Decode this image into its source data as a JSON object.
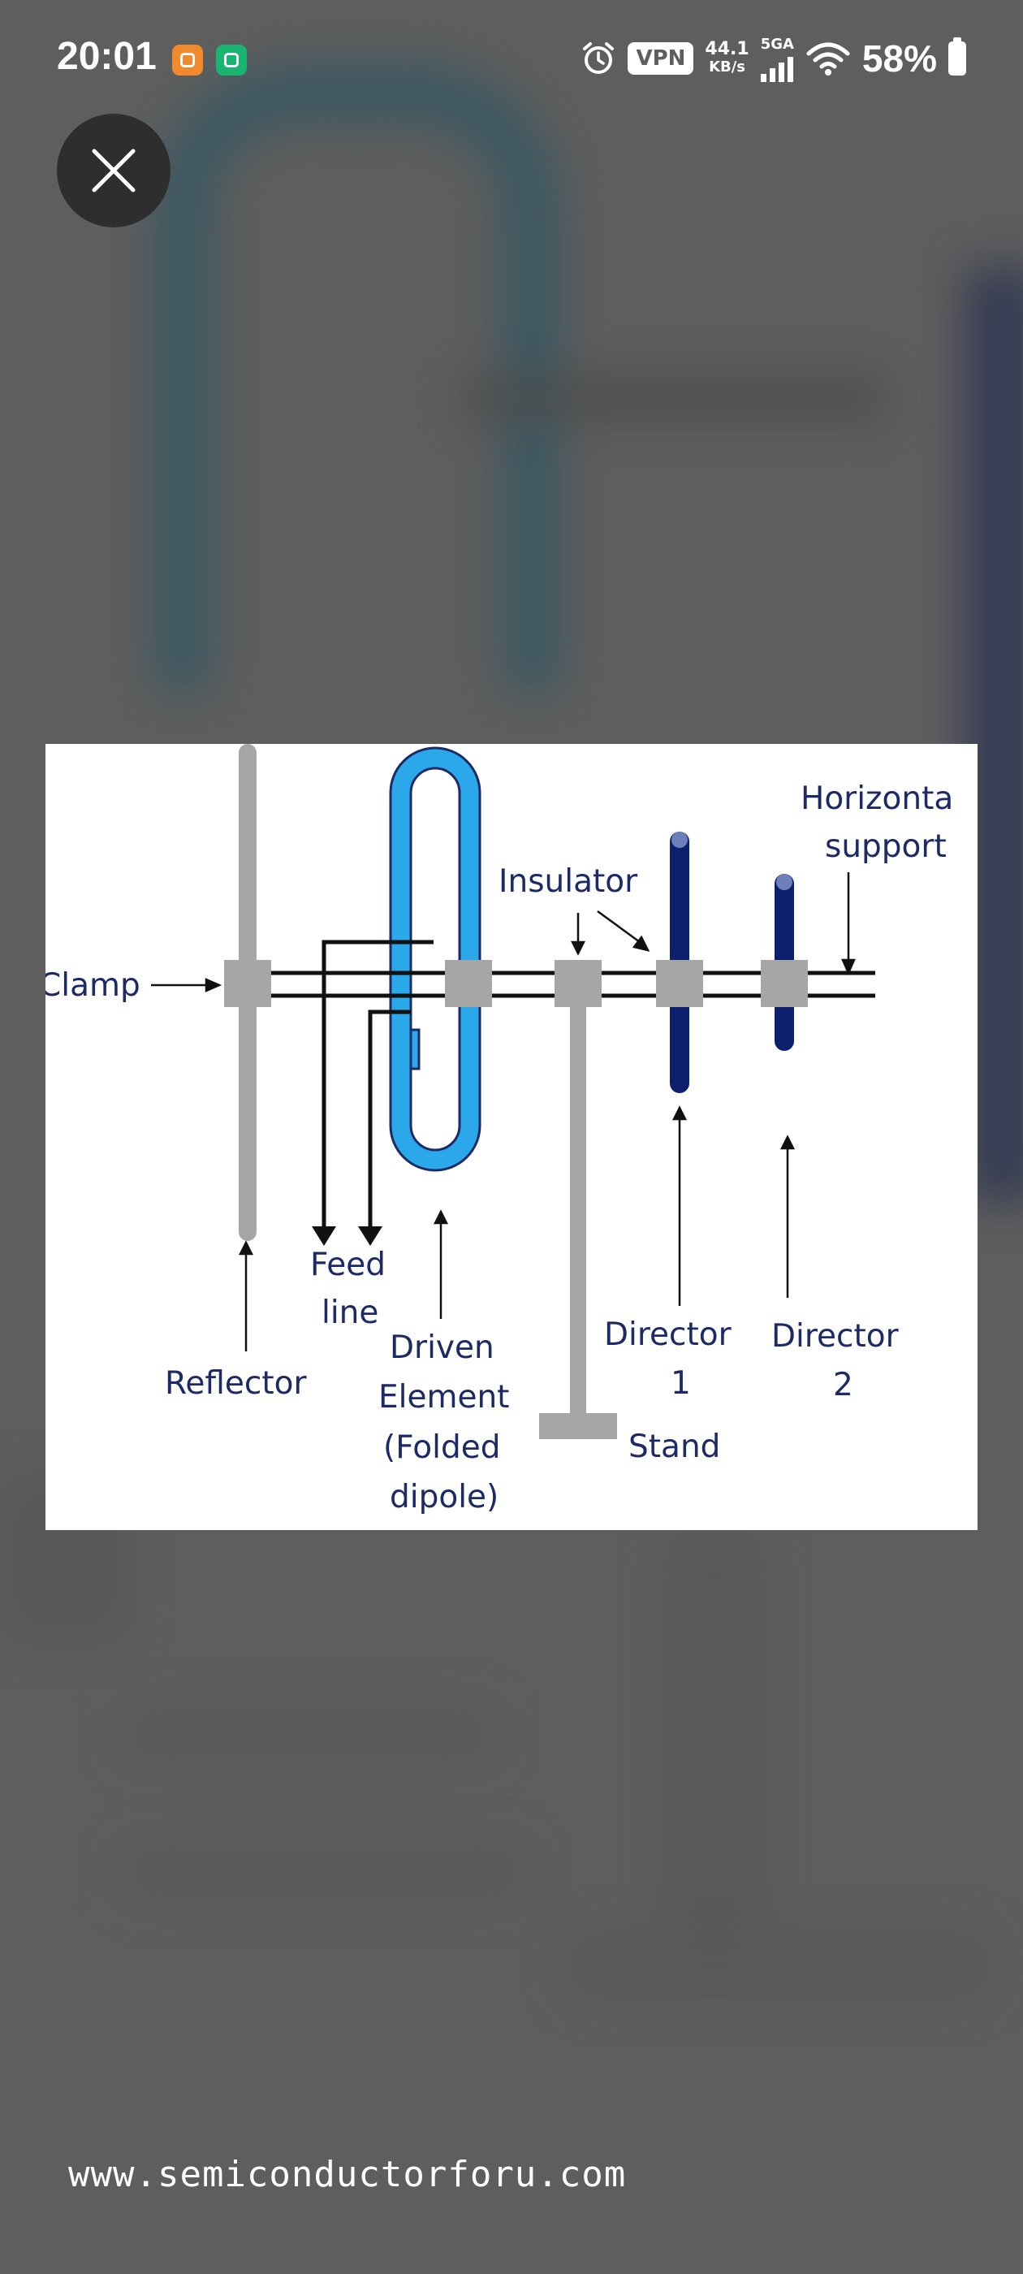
{
  "status_bar": {
    "time": "20:01",
    "vpn": "VPN",
    "speed_value": "44.1",
    "speed_unit": "KB/s",
    "network": "5GA",
    "battery": "58%",
    "icons": [
      "app-icon-orange",
      "app-icon-green",
      "alarm-icon",
      "vpn-icon",
      "signal-icon",
      "wifi-icon",
      "battery-icon"
    ]
  },
  "viewer": {
    "close_icon": "close-icon"
  },
  "diagram": {
    "labels": {
      "clamp": "Clamp",
      "horizontal_1": "Horizonta",
      "horizontal_2": "support",
      "insulator": "Insulator",
      "feed_1": "Feed",
      "feed_2": "line",
      "reflector": "Reflector",
      "driven_1": "Driven",
      "driven_2": "Element",
      "driven_3": "(Folded",
      "driven_4": "dipole)",
      "director1_1": "Director",
      "director1_2": "1",
      "director2_1": "Director",
      "director2_2": "2",
      "stand": "Stand"
    },
    "colors": {
      "label": "#1c2a66",
      "dipole": "#2aa8ea",
      "director": "#0e1f6e",
      "metal": "#a6a6a6"
    }
  },
  "watermark": "www.semiconductorforu.com"
}
